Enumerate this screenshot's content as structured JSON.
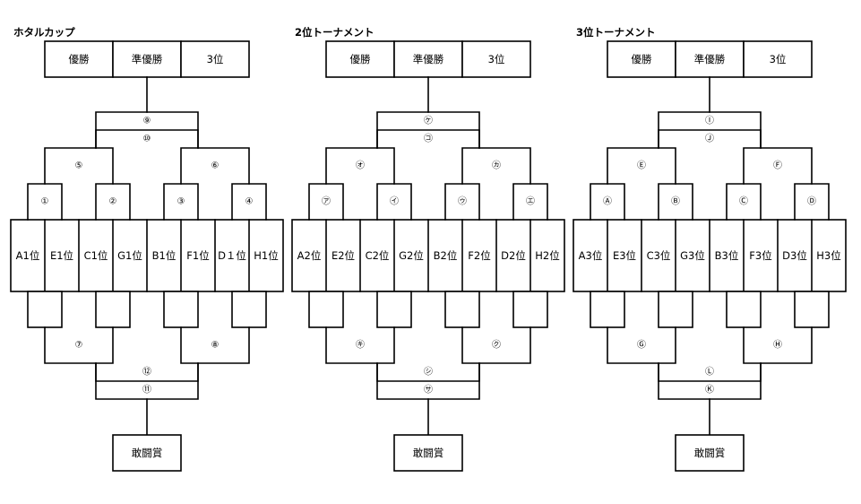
{
  "brackets": [
    {
      "title": "ホタルカップ",
      "top": [
        "優勝",
        "準優勝",
        "3位"
      ],
      "teams": [
        "A1位",
        "E1位",
        "C1位",
        "G1位",
        "B1位",
        "F1位",
        "D１位",
        "H1位"
      ],
      "marks": {
        "r1_top": [
          "①",
          "②",
          "③",
          "④"
        ],
        "r2_top": [
          "⑤",
          "⑥"
        ],
        "final": "⑨",
        "third": "⑩",
        "r2_bottom": [
          "⑦",
          "⑧"
        ],
        "cons_inner": "⑫",
        "cons_outer": "⑪"
      },
      "bottom": "敢闘賞"
    },
    {
      "title": "2位トーナメント",
      "top": [
        "優勝",
        "準優勝",
        "3位"
      ],
      "teams": [
        "A2位",
        "E2位",
        "C2位",
        "G2位",
        "B2位",
        "F2位",
        "D2位",
        "H2位"
      ],
      "marks": {
        "r1_top": [
          "㋐",
          "㋑",
          "㋒",
          "㋓"
        ],
        "r2_top": [
          "㋔",
          "㋕"
        ],
        "final": "㋘",
        "third": "㋙",
        "r2_bottom": [
          "㋖",
          "㋗"
        ],
        "cons_inner": "㋛",
        "cons_outer": "㋚"
      },
      "bottom": "敢闘賞"
    },
    {
      "title": "3位トーナメント",
      "top": [
        "優勝",
        "準優勝",
        "3位"
      ],
      "teams": [
        "A3位",
        "E3位",
        "C3位",
        "G3位",
        "B3位",
        "F3位",
        "D3位",
        "H3位"
      ],
      "marks": {
        "r1_top": [
          "Ⓐ",
          "Ⓑ",
          "Ⓒ",
          "Ⓓ"
        ],
        "r2_top": [
          "Ⓔ",
          "Ⓕ"
        ],
        "final": "Ⓘ",
        "third": "Ⓙ",
        "r2_bottom": [
          "Ⓖ",
          "Ⓗ"
        ],
        "cons_inner": "Ⓛ",
        "cons_outer": "Ⓚ"
      },
      "bottom": "敢闘賞"
    }
  ]
}
